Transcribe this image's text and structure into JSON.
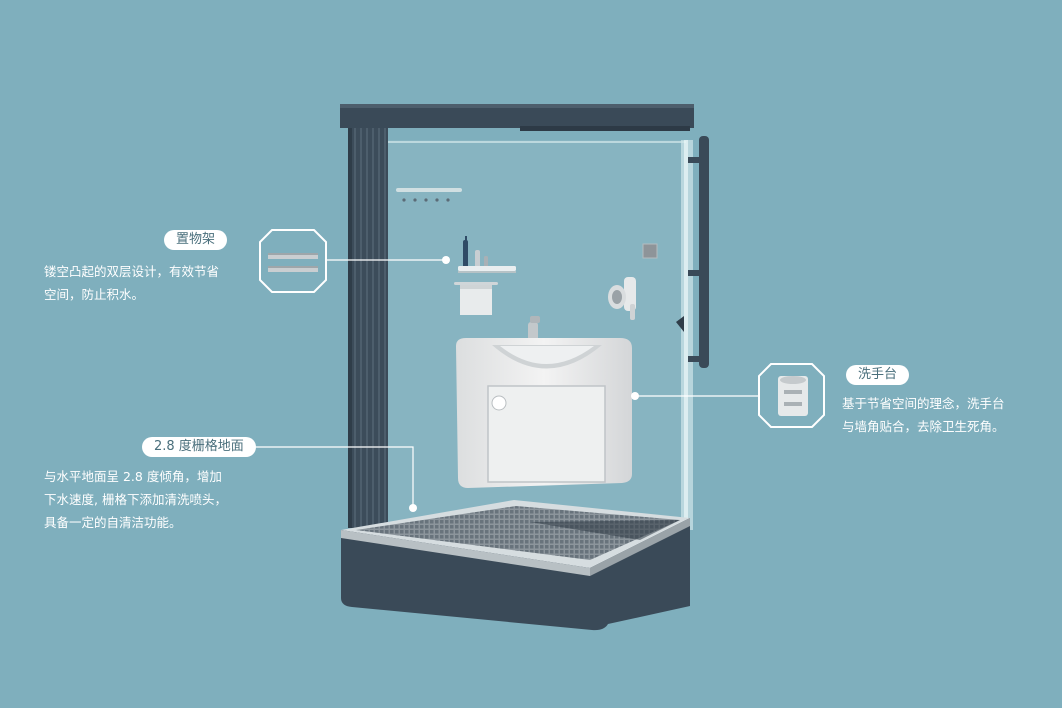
{
  "colors": {
    "background": "#7fafbd",
    "cabinet_dark": "#3a4a58",
    "tag_text": "#4a6f7c",
    "text": "#ffffff"
  },
  "callouts": {
    "shelf": {
      "title": "置物架",
      "lines": [
        "镂空凸起的双层设计，有效节省",
        "空间，防止积水。"
      ],
      "icon": "shelf-thumbnail-icon"
    },
    "basin": {
      "title": "洗手台",
      "lines": [
        "基于节省空间的理念，洗手台",
        "与墙角贴合，去除卫生死角。"
      ],
      "icon": "basin-thumbnail-icon"
    },
    "floor": {
      "title": "2.8 度栅格地面",
      "lines": [
        "与水平地面呈 2.8 度倾角，增加",
        "下水速度, 栅格下添加清洗喷头，",
        "具备一定的自清洁功能。"
      ]
    }
  }
}
